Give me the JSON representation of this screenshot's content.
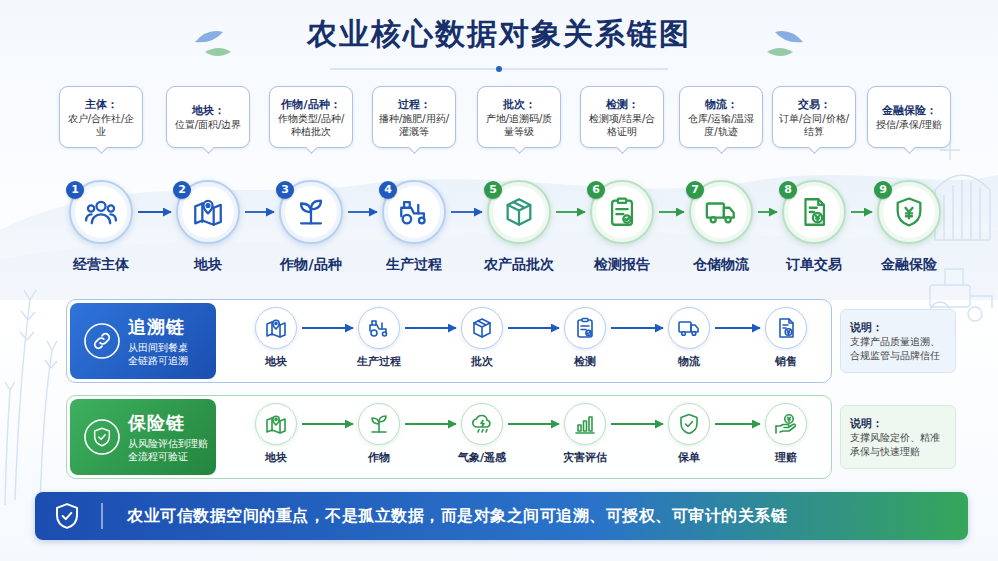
{
  "diagram": {
    "title": "农业核心数据对象关系链图",
    "nodes": [
      {
        "text": [
          "主体：",
          "农户/合作社/企业"
        ]
      },
      {
        "text": [
          "地块：",
          "位置/面积/边界"
        ]
      },
      {
        "text": [
          "作物/品种：",
          "作物类型/品种/种植批次"
        ]
      },
      {
        "text": [
          "过程：",
          "播种/施肥/用药/灌溉等"
        ]
      },
      {
        "text": [
          "批次：",
          "产地/追溯码/质量等级"
        ]
      },
      {
        "text": [
          "检测：",
          "检测项/结果/合格证明"
        ]
      },
      {
        "text": [
          "物流：",
          "仓库/运输/温湿度/轨迹"
        ]
      },
      {
        "text": [
          "交易：",
          "订单/合同/价格/结算"
        ]
      },
      {
        "text": [
          "金融保险：",
          "授信/承保/理赔"
        ]
      },
      {
        "text": [
          "经营主体"
        ]
      },
      {
        "text": [
          "地块"
        ]
      },
      {
        "text": [
          "作物/品种"
        ]
      },
      {
        "text": [
          "生产过程"
        ]
      },
      {
        "text": [
          "农产品批次"
        ]
      },
      {
        "text": [
          "检测报告"
        ]
      },
      {
        "text": [
          "仓储物流"
        ]
      },
      {
        "text": [
          "订单交易"
        ]
      },
      {
        "text": [
          "金融保险"
        ]
      },
      {
        "text": [
          "追溯链",
          "从田间到餐桌 全链路可追溯"
        ]
      },
      {
        "text": [
          "地块"
        ],
        "in": 18
      },
      {
        "text": [
          "生产过程"
        ],
        "in": 18
      },
      {
        "text": [
          "批次"
        ],
        "in": 18
      },
      {
        "text": [
          "检测"
        ],
        "in": 18
      },
      {
        "text": [
          "物流"
        ],
        "in": 18
      },
      {
        "text": [
          "销售"
        ],
        "in": 18
      },
      {
        "text": [
          "说明：",
          "支撑产品质量追溯、合规监管与品牌信任"
        ]
      },
      {
        "text": [
          "保险链",
          "从风险评估到理赔 全流程可验证"
        ]
      },
      {
        "text": [
          "地块"
        ],
        "in": 26
      },
      {
        "text": [
          "作物"
        ],
        "in": 26
      },
      {
        "text": [
          "气象/遥感"
        ],
        "in": 26
      },
      {
        "text": [
          "灾害评估"
        ],
        "in": 26
      },
      {
        "text": [
          "保单"
        ],
        "in": 26
      },
      {
        "text": [
          "理赔"
        ],
        "in": 26
      },
      {
        "text": [
          "说明：",
          "支撑风险定价、精准承保与快速理赔"
        ]
      },
      {
        "text": [
          "农业可信数据空间的重点，不是孤立数据，而是对象之间可追溯、可授权、可审计的关系链"
        ]
      }
    ],
    "edges": [
      {
        "from": 9,
        "to": 10,
        "arrow": "to"
      },
      {
        "from": 10,
        "to": 11,
        "arrow": "to"
      },
      {
        "from": 11,
        "to": 12,
        "arrow": "to"
      },
      {
        "from": 12,
        "to": 13,
        "arrow": "to"
      },
      {
        "from": 13,
        "to": 14,
        "arrow": "to"
      },
      {
        "from": 14,
        "to": 15,
        "arrow": "to"
      },
      {
        "from": 15,
        "to": 16,
        "arrow": "to"
      },
      {
        "from": 16,
        "to": 17,
        "arrow": "to"
      },
      {
        "from": 19,
        "to": 20,
        "arrow": "to"
      },
      {
        "from": 20,
        "to": 21,
        "arrow": "to"
      },
      {
        "from": 21,
        "to": 22,
        "arrow": "to"
      },
      {
        "from": 22,
        "to": 23,
        "arrow": "to"
      },
      {
        "from": 23,
        "to": 24,
        "arrow": "to"
      },
      {
        "from": 27,
        "to": 28,
        "arrow": "to"
      },
      {
        "from": 28,
        "to": 29,
        "arrow": "to"
      },
      {
        "from": 29,
        "to": 30,
        "arrow": "to"
      },
      {
        "from": 30,
        "to": 31,
        "arrow": "to"
      },
      {
        "from": 31,
        "to": 32,
        "arrow": "to"
      }
    ],
    "labels": [
      "1",
      "2",
      "3",
      "4",
      "5",
      "6",
      "7",
      "8",
      "9"
    ]
  }
}
